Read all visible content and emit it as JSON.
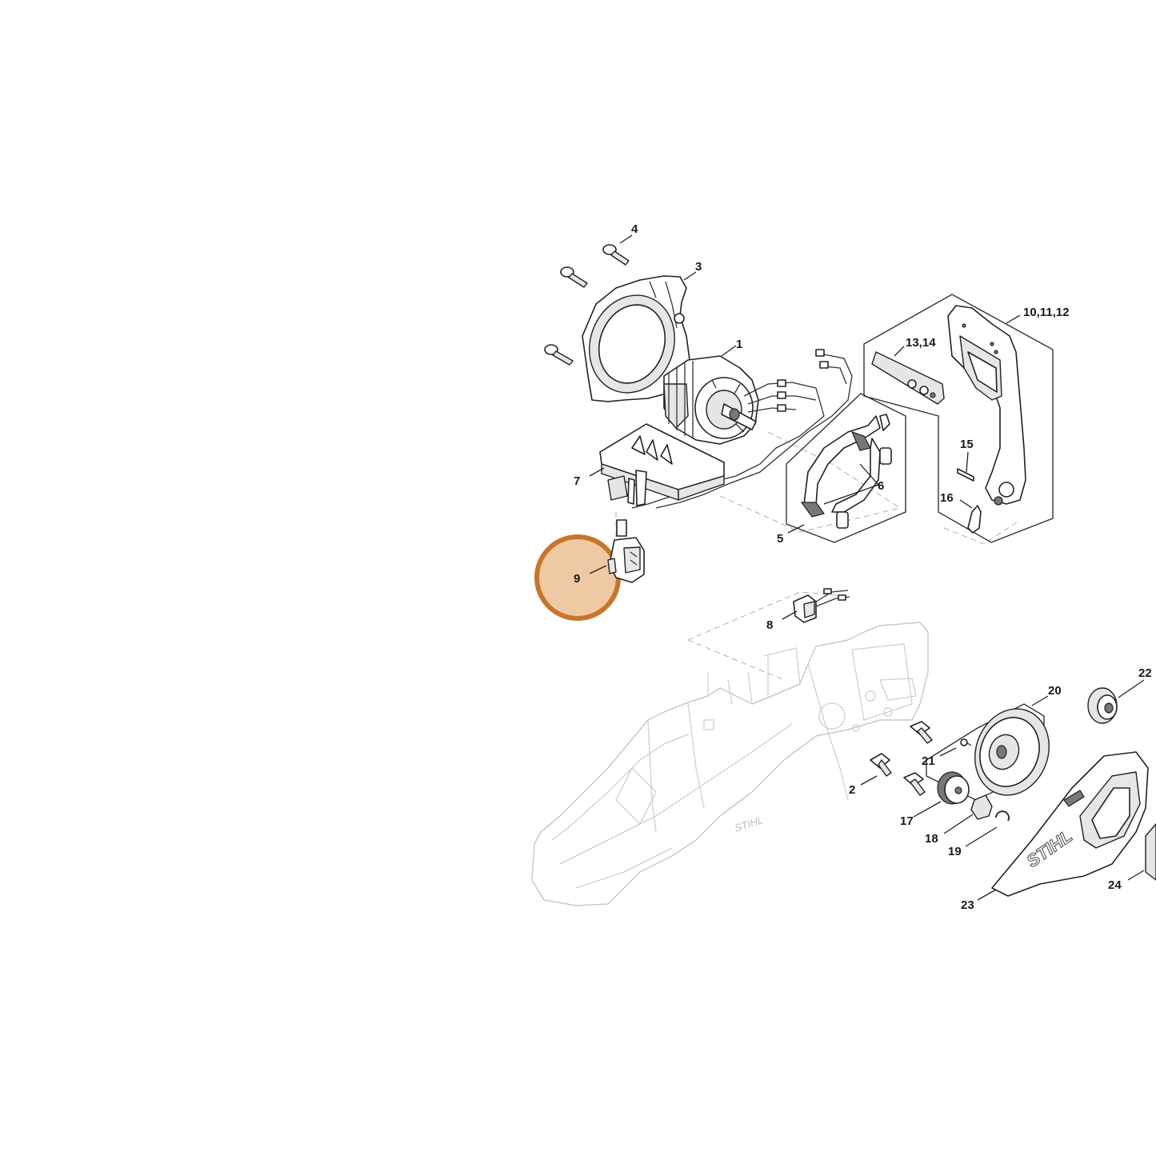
{
  "callouts": [
    {
      "id": "c1",
      "text": "1"
    },
    {
      "id": "c2",
      "text": "2"
    },
    {
      "id": "c3",
      "text": "3"
    },
    {
      "id": "c4",
      "text": "4"
    },
    {
      "id": "c5",
      "text": "5"
    },
    {
      "id": "c6",
      "text": "6"
    },
    {
      "id": "c7",
      "text": "7"
    },
    {
      "id": "c8",
      "text": "8"
    },
    {
      "id": "c9",
      "text": "9"
    },
    {
      "id": "c10",
      "text": "10,11,12"
    },
    {
      "id": "c13",
      "text": "13,14"
    },
    {
      "id": "c15",
      "text": "15"
    },
    {
      "id": "c16",
      "text": "16"
    },
    {
      "id": "c17",
      "text": "17"
    },
    {
      "id": "c18",
      "text": "18"
    },
    {
      "id": "c19",
      "text": "19"
    },
    {
      "id": "c20",
      "text": "20"
    },
    {
      "id": "c21",
      "text": "21"
    },
    {
      "id": "c22",
      "text": "22"
    },
    {
      "id": "c23",
      "text": "23"
    },
    {
      "id": "c24",
      "text": "24"
    }
  ],
  "highlight": {
    "callout": "9",
    "color": "#c8752a",
    "fill": "#efc9a4"
  },
  "logos": {
    "housing": "STIHL",
    "cover": "STIHL"
  },
  "colors": {
    "line": "#222222",
    "faint": "#c9c9c9",
    "highlight_ring": "#c8752a",
    "highlight_fill": "#efc9a4"
  }
}
